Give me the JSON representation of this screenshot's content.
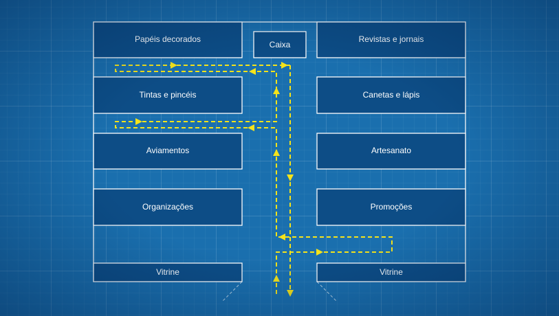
{
  "labels": {
    "papeis": "Papéis decorados",
    "revistas": "Revistas e jornais",
    "caixa": "Caixa",
    "tintas": "Tintas e pincéis",
    "canetas": "Canetas e lápis",
    "aviamentos": "Aviamentos",
    "artesanato": "Artesanato",
    "organizacoes": "Organizações",
    "promocoes": "Promoções",
    "vitrine_left": "Vitrine",
    "vitrine_right": "Vitrine"
  },
  "colors": {
    "background": "#1a6fae",
    "section_fill": "#0d4d86",
    "outline": "#ffffff",
    "route": "#f5e31a"
  }
}
